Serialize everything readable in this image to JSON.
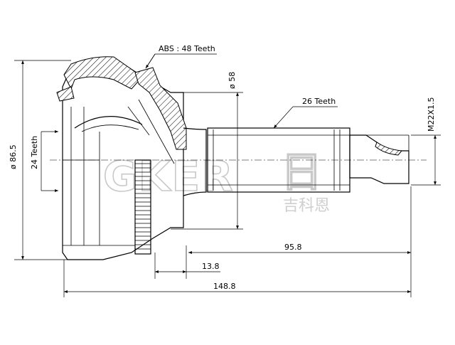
{
  "drawing": {
    "callouts": {
      "abs_teeth": "ABS : 48 Teeth",
      "spline_teeth": "26 Teeth",
      "inner_spline_teeth": "24 Teeth"
    },
    "dimensions": {
      "outer_diameter": "ø 86.5",
      "seal_diameter": "ø 58",
      "thread": "M22X1.5",
      "shaft_length": "95.8",
      "abs_offset": "13.8",
      "total_length": "148.8"
    },
    "watermark": {
      "brand": "GKER",
      "brand_sub": "吉科恩"
    }
  }
}
